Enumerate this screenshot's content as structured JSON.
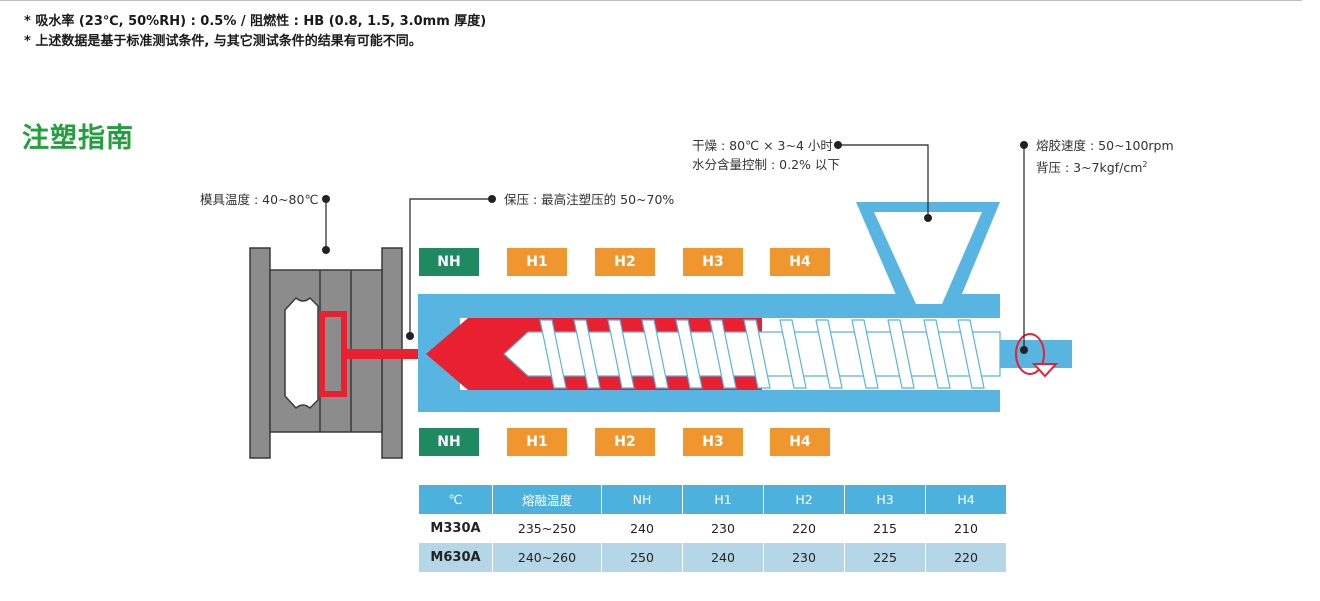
{
  "notes": [
    "* 吸水率 (23℃, 50%RH) : 0.5% / 阻燃性 : HB (0.8, 1.5, 3.0mm 厚度)",
    "* 上述数据是基于标准测试条件, 与其它测试条件的结果有可能不同。"
  ],
  "section_title": "注塑指南",
  "callouts": {
    "mold_temp": "模具温度 : 40~80℃",
    "holding_pressure": "保压 : 最高注塑压的 50~70%",
    "drying_line1": "干燥 : 80℃ × 3~4 小时",
    "drying_line2": "水分含量控制 : 0.2% 以下",
    "screw_line1": "熔胶速度 : 50~100rpm",
    "screw_line2_prefix": "背压 : 3~7kgf/cm",
    "screw_line2_sup": "2"
  },
  "zones": [
    "NH",
    "H1",
    "H2",
    "H3",
    "H4"
  ],
  "colors": {
    "green_title": "#21a03c",
    "zone_green": "#1f8a62",
    "zone_orange": "#f0962e",
    "barrel_blue": "#58b4e0",
    "melt_red": "#e8202f",
    "mold_grey": "#8c8c8c"
  },
  "table": {
    "headers": [
      "℃",
      "熔融温度",
      "NH",
      "H1",
      "H2",
      "H3",
      "H4"
    ],
    "rows": [
      [
        "M330A",
        "235~250",
        "240",
        "230",
        "220",
        "215",
        "210"
      ],
      [
        "M630A",
        "240~260",
        "250",
        "240",
        "230",
        "225",
        "220"
      ]
    ]
  }
}
